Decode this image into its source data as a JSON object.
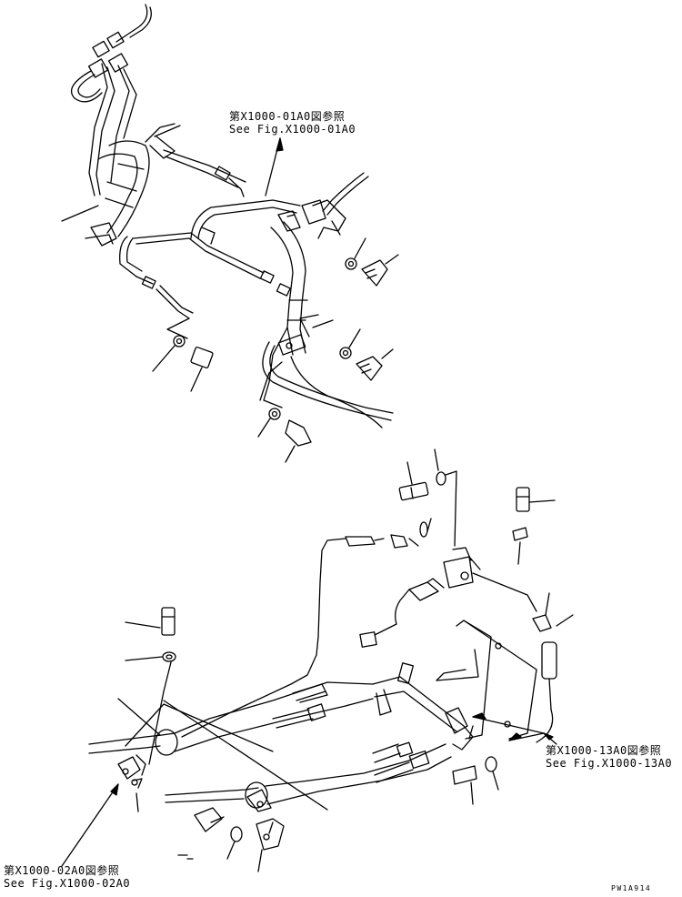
{
  "references": {
    "top": {
      "jp": "第X1000-01A0図参照",
      "en": "See Fig.X1000-01A0"
    },
    "right": {
      "jp": "第X1000-13A0図参照",
      "en": "See Fig.X1000-13A0"
    },
    "bottom": {
      "jp": "第X1000-02A0図参照",
      "en": "See Fig.X1000-02A0"
    }
  },
  "drawing_code": "PW1A914"
}
